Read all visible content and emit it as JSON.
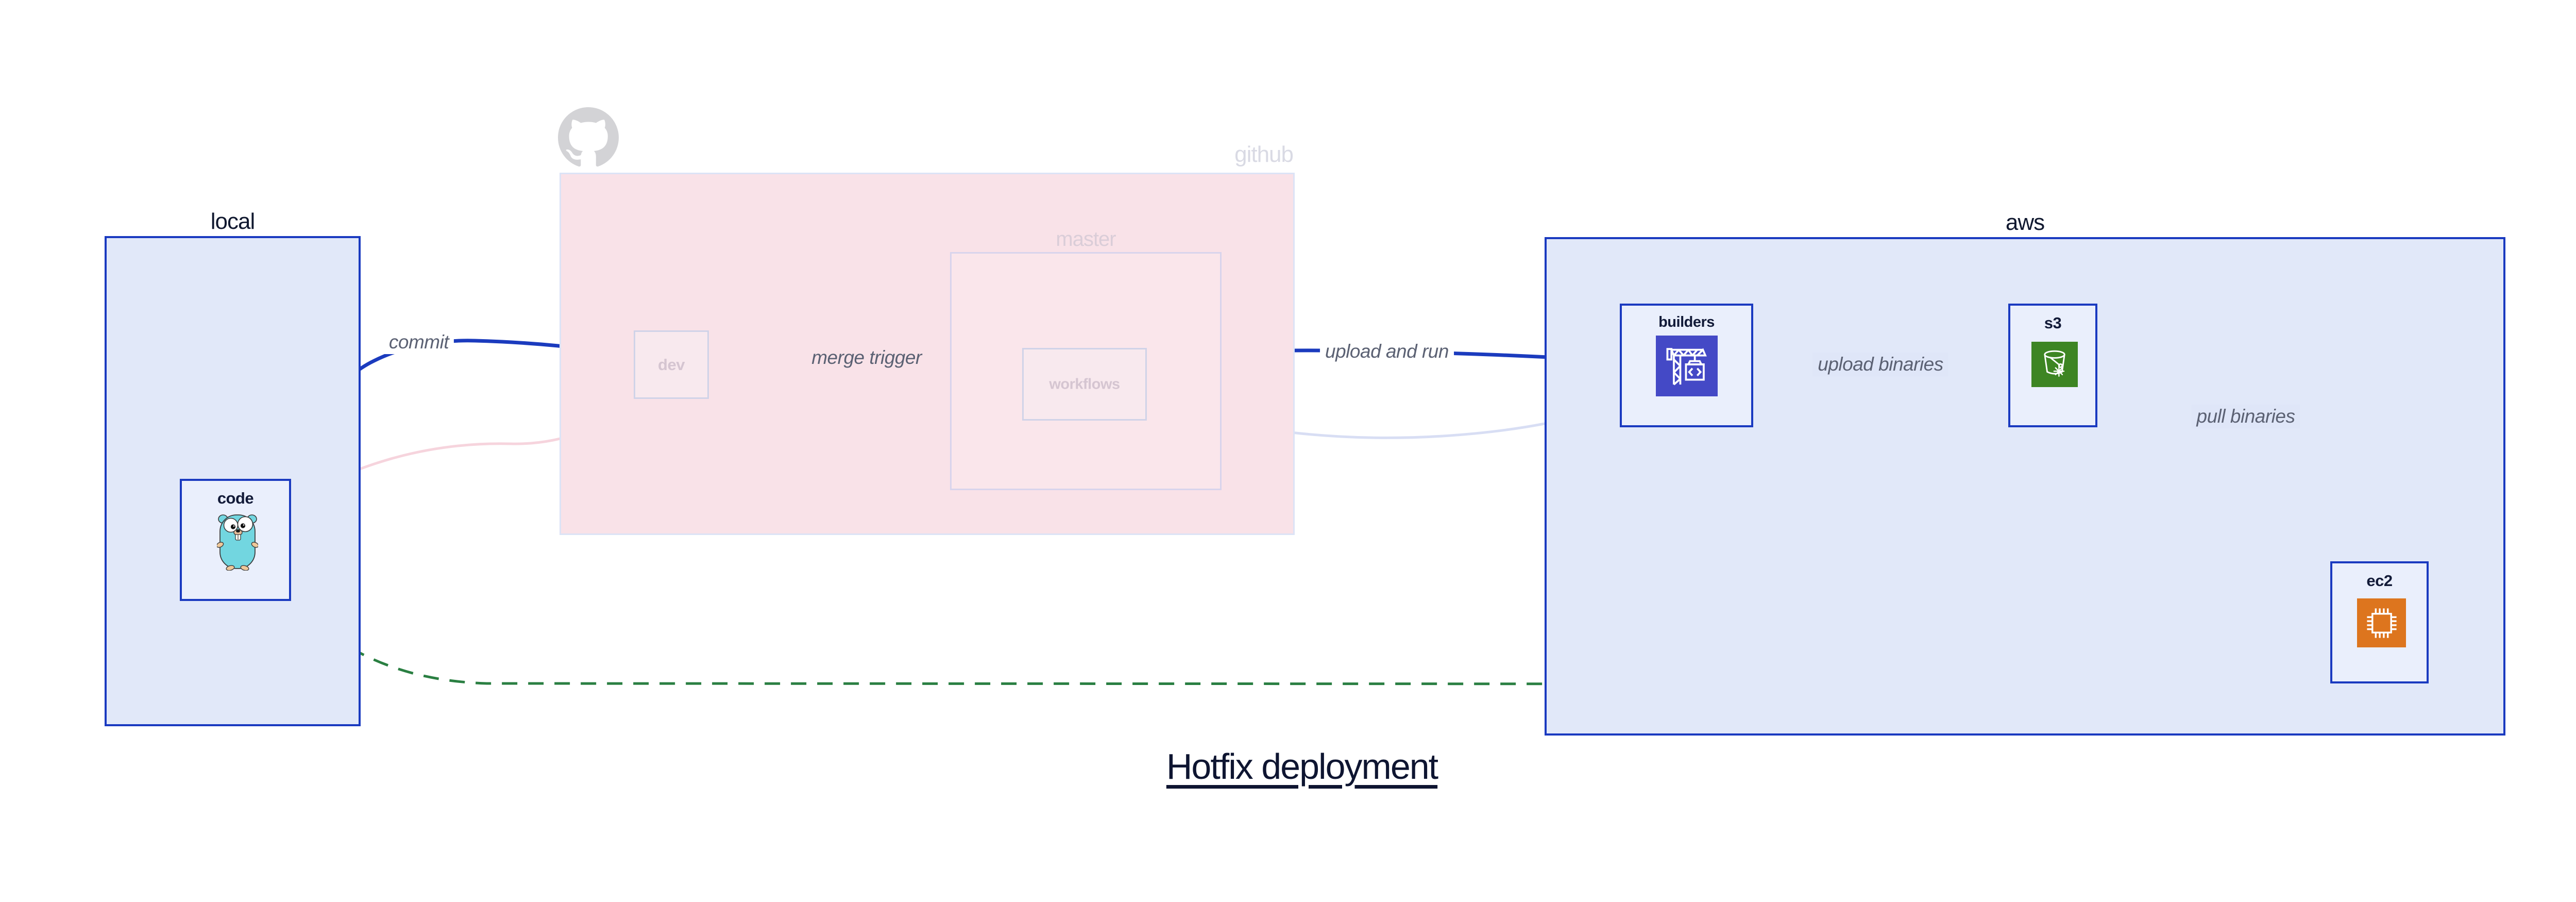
{
  "title": {
    "text": "Hotfix deployment"
  },
  "containers": {
    "local": {
      "label": "local"
    },
    "github": {
      "label": "github"
    },
    "master": {
      "label": "master"
    },
    "aws": {
      "label": "aws"
    }
  },
  "nodes": {
    "code": {
      "label": "code",
      "icon": "go-gopher-icon"
    },
    "dev": {
      "label": "dev"
    },
    "workflows": {
      "label": "workflows"
    },
    "builders": {
      "label": "builders",
      "icon": "codebuild-crane-icon",
      "icon_bg": "#4449c6"
    },
    "s3": {
      "label": "s3",
      "icon": "s3-glacier-bucket-icon",
      "icon_bg": "#3d8523"
    },
    "ec2": {
      "label": "ec2",
      "icon": "cpu-chip-icon",
      "icon_bg": "#dd751e"
    }
  },
  "edges": {
    "commit": {
      "label": "commit",
      "style": "solid-blue"
    },
    "merge_trigger": {
      "label": "merge trigger",
      "style": "solid-blue"
    },
    "upload_and_run": {
      "label": "upload and run",
      "style": "solid-blue"
    },
    "upload_binaries": {
      "label": "upload binaries",
      "style": "solid-blue"
    },
    "pull_binaries": {
      "label": "pull binaries",
      "style": "solid-blue"
    },
    "hotfix_direct": {
      "style": "dashed-green"
    },
    "faded_code_to_dev": {
      "style": "faded-pink"
    },
    "faded_dev_to_workflows": {
      "style": "faded-lavender"
    },
    "faded_workflows_to_builders": {
      "style": "faded-lavender"
    }
  },
  "colors": {
    "active_edge_blue": "#1b3bbe",
    "node_border_blue": "#1a3ac0",
    "container_blue_fill": "#e1e8f9",
    "node_blue_fill": "#eaeffc",
    "github_pink_fill": "#f9e2e8",
    "faded_pink_edge": "#f6d4dd",
    "faded_lavender_edge": "#d8def4",
    "hotfix_green": "#2a7f42",
    "builders_icon_bg": "#4449c6",
    "s3_icon_bg": "#3d8523",
    "ec2_icon_bg": "#dd751e",
    "edge_label_text": "#5b6173",
    "title_text": "#0e1531"
  }
}
